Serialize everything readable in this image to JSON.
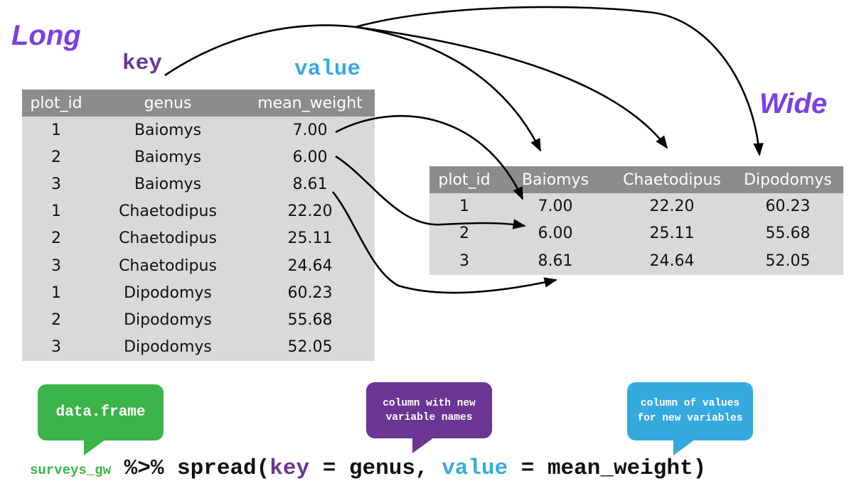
{
  "labels": {
    "long": "Long",
    "wide": "Wide",
    "key": "key",
    "value": "value"
  },
  "long_table": {
    "headers": [
      "plot_id",
      "genus",
      "mean_weight"
    ],
    "rows": [
      [
        "1",
        "Baiomys",
        "7.00"
      ],
      [
        "2",
        "Baiomys",
        "6.00"
      ],
      [
        "3",
        "Baiomys",
        "8.61"
      ],
      [
        "1",
        "Chaetodipus",
        "22.20"
      ],
      [
        "2",
        "Chaetodipus",
        "25.11"
      ],
      [
        "3",
        "Chaetodipus",
        "24.64"
      ],
      [
        "1",
        "Dipodomys",
        "60.23"
      ],
      [
        "2",
        "Dipodomys",
        "55.68"
      ],
      [
        "3",
        "Dipodomys",
        "52.05"
      ]
    ]
  },
  "wide_table": {
    "headers": [
      "plot_id",
      "Baiomys",
      "Chaetodipus",
      "Dipodomys"
    ],
    "rows": [
      [
        "1",
        "7.00",
        "22.20",
        "60.23"
      ],
      [
        "2",
        "6.00",
        "25.11",
        "55.68"
      ],
      [
        "3",
        "8.61",
        "24.64",
        "52.05"
      ]
    ]
  },
  "bubbles": {
    "data_frame": "data.frame",
    "key_desc": "column with new variable names",
    "value_desc": "column of values for new variables"
  },
  "code": {
    "df": "surveys_gw",
    "pipe": " %>% ",
    "fn_open": "spread(",
    "key_kw": "key",
    "eq1": " = genus, ",
    "value_kw": "value",
    "eq2": " = mean_weight)"
  },
  "colors": {
    "purple_title": "#7b3fe4",
    "key_purple": "#6b3593",
    "value_blue": "#36aadf",
    "df_green": "#3bb449",
    "header_gray": "#8c8c8c",
    "cell_gray": "#d9d9d9"
  }
}
